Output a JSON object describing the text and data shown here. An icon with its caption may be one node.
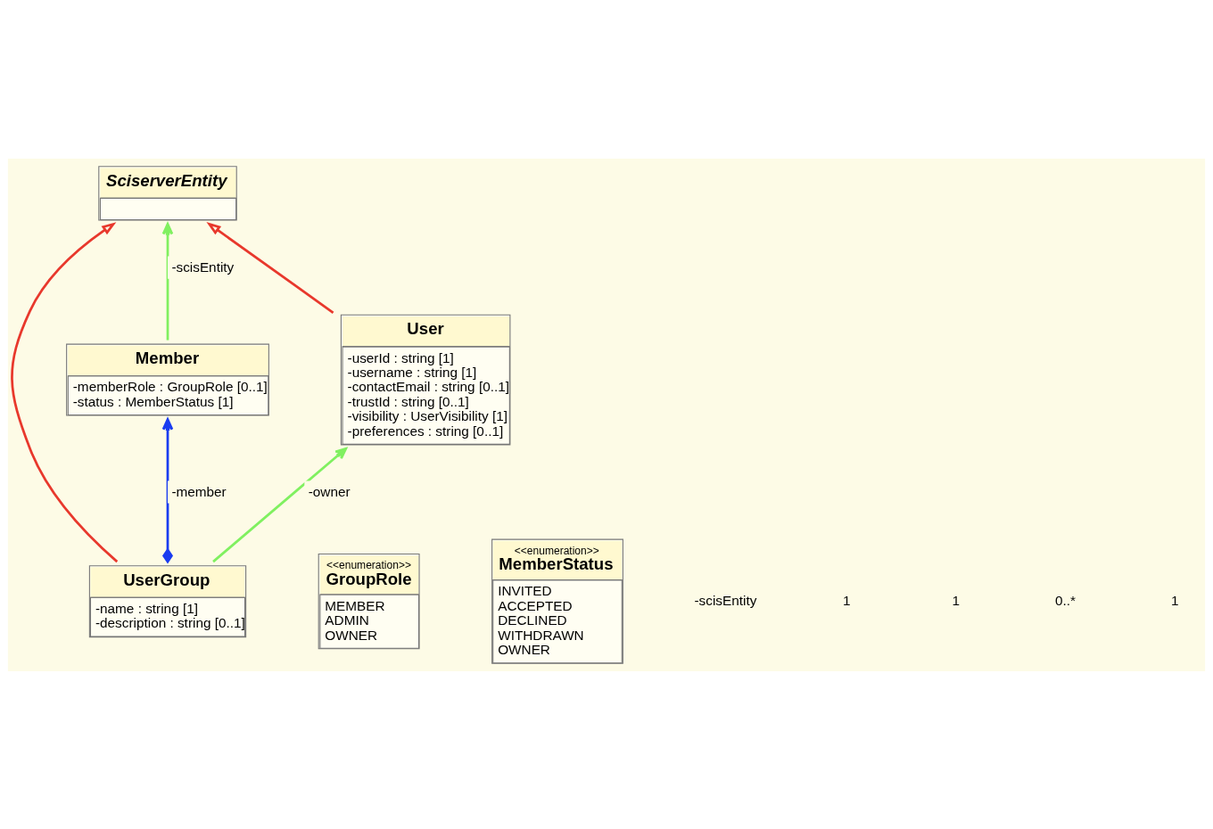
{
  "diagram": {
    "nodes": [
      {
        "text": [
          "SciserverEntity"
        ]
      },
      {
        "text": [
          "UserGroup",
          "-name : string [1]",
          "-description : string [0..1]"
        ]
      },
      {
        "text": [
          "<<enumeration>>",
          "GroupRole",
          "MEMBER",
          "ADMIN",
          "OWNER"
        ]
      },
      {
        "text": [
          "Member",
          "-memberRole : GroupRole [0..1]",
          "-status : MemberStatus [1]"
        ]
      },
      {
        "text": [
          "User",
          "-userId : string [1]",
          "-username : string [1]",
          "-contactEmail : string [0..1]",
          "-trustId : string [0..1]",
          "-visibility : UserVisibility [1]",
          "-preferences : string [0..1]"
        ]
      },
      {
        "text": [
          "<<enumeration>>",
          "MemberStatus",
          "INVITED",
          "ACCEPTED",
          "DECLINED",
          "WITHDRAWN",
          "OWNER"
        ]
      }
    ],
    "edges": [
      {
        "from": 3,
        "to": 0,
        "arrow": "to",
        "label": "-scisEntity",
        "color": "#80f060"
      },
      {
        "from": 1,
        "to": 0,
        "arrow": "to",
        "color": "#e8382c"
      },
      {
        "from": 4,
        "to": 0,
        "arrow": "to",
        "color": "#e8382c"
      },
      {
        "from": 1,
        "to": 3,
        "arrow": "to",
        "label": "-member",
        "color": "#1a3cf0"
      },
      {
        "from": 1,
        "to": 4,
        "arrow": "to",
        "label": "-owner",
        "color": "#80f060"
      }
    ],
    "labels": [
      "-scisEntity",
      "1",
      "1",
      "0..*",
      "1"
    ]
  }
}
